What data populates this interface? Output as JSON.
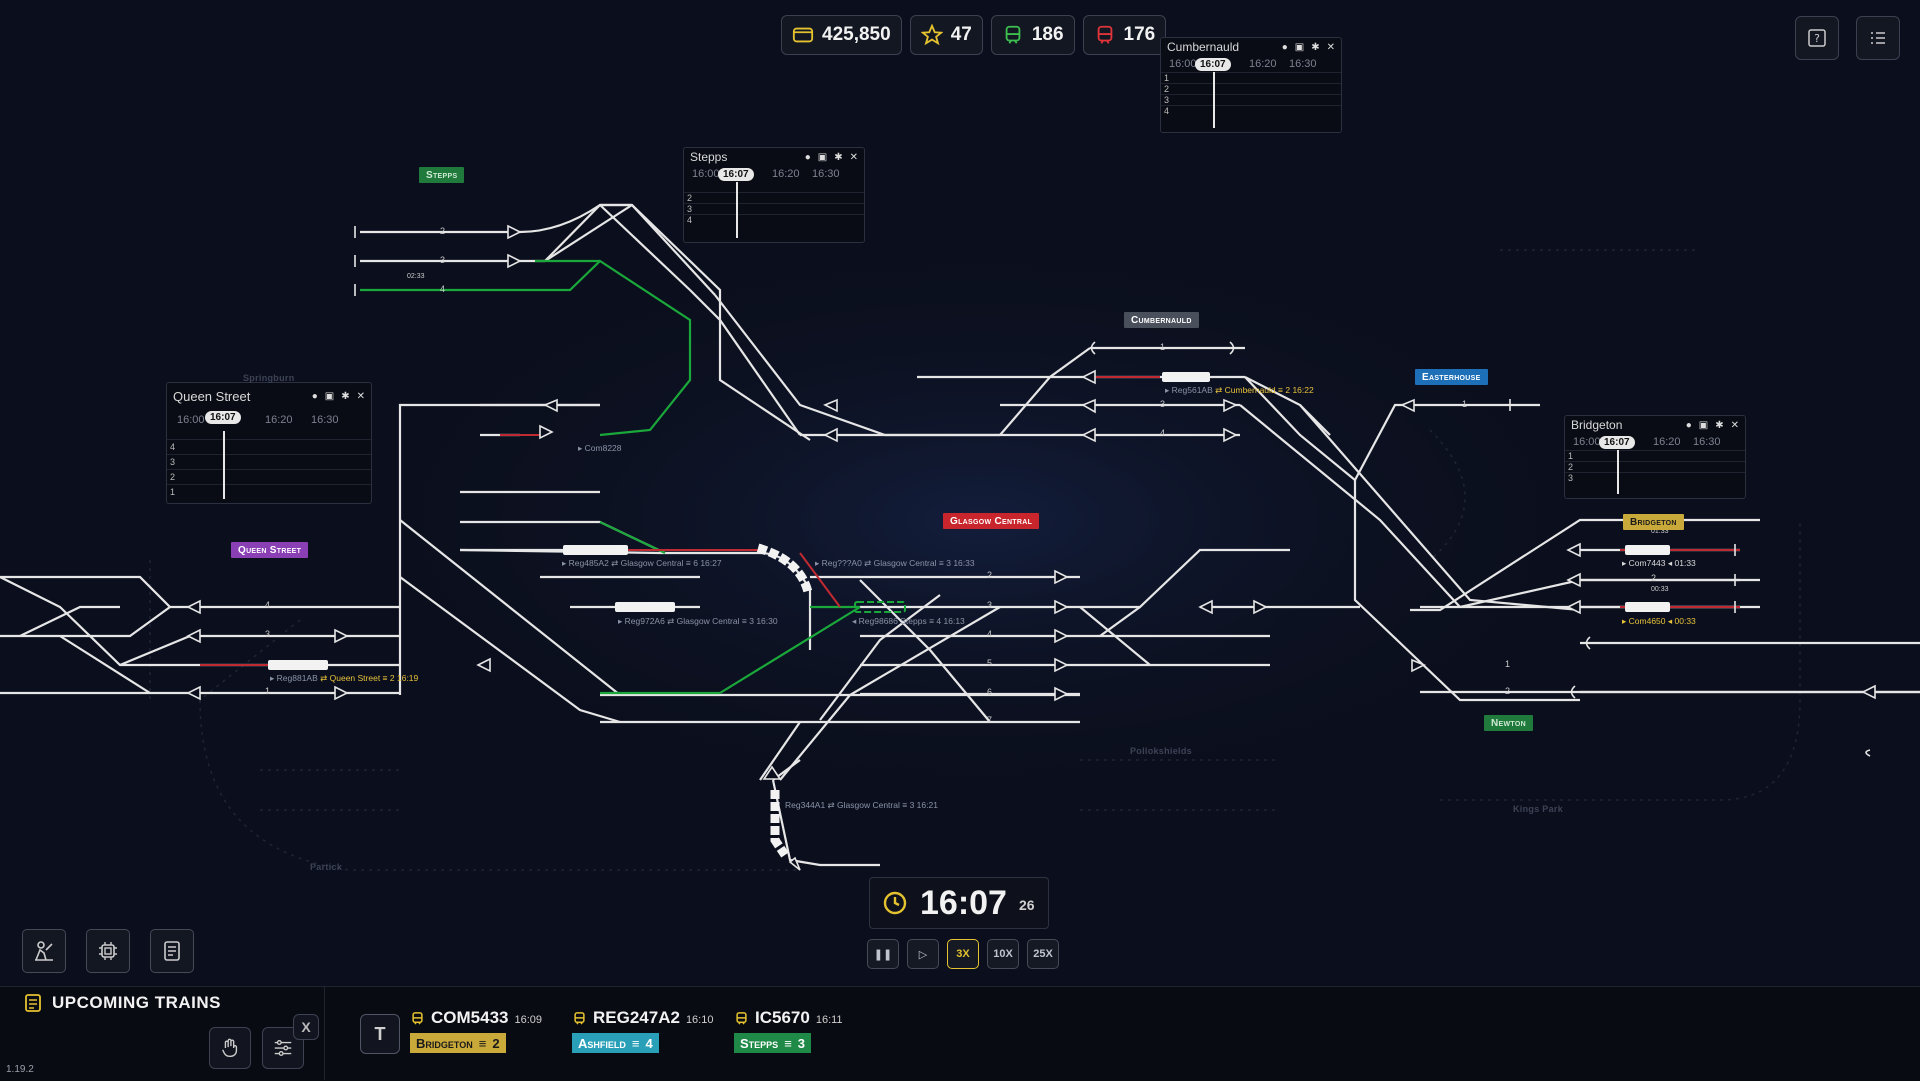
{
  "hud": {
    "money": "425,850",
    "stars": "47",
    "trains_ok": "186",
    "trains_late": "176",
    "colors": {
      "accent": "#e5c22f",
      "ok": "#3cbf4f",
      "late": "#e0343b"
    }
  },
  "icons": {
    "money": "wallet-icon",
    "stars": "star-icon",
    "trains_ok": "train-icon",
    "trains_late": "train-icon",
    "help": "help-icon",
    "menu": "list-icon"
  },
  "panels": {
    "cumbernauld": {
      "title": "Cumbernauld",
      "times": [
        "16:00",
        "16:07",
        "16:20",
        "16:30"
      ],
      "rows": [
        "1",
        "2",
        "3",
        "4"
      ]
    },
    "stepps": {
      "title": "Stepps",
      "times": [
        "16:00",
        "16:07",
        "16:20",
        "16:30"
      ],
      "rows": [
        "2",
        "3",
        "4"
      ]
    },
    "queen_street": {
      "title": "Queen Street",
      "times": [
        "16:00",
        "16:07",
        "16:20",
        "16:30"
      ],
      "rows": [
        "4",
        "3",
        "2",
        "1"
      ]
    },
    "bridgeton": {
      "title": "Bridgeton",
      "times": [
        "16:00",
        "16:07",
        "16:20",
        "16:30"
      ],
      "rows": [
        "1",
        "2",
        "3"
      ]
    }
  },
  "stations": {
    "stepps": {
      "label": "Stepps",
      "color": "#1f7a3c"
    },
    "cumbernauld": {
      "label": "Cumbernauld",
      "color": "#4a4f5c"
    },
    "easterhouse": {
      "label": "Easterhouse",
      "color": "#1d6fb8"
    },
    "queen_street": {
      "label": "Queen Street",
      "color": "#8a3fb5"
    },
    "glasgow_central": {
      "label": "Glasgow Central",
      "color": "#c8252d"
    },
    "bridgeton": {
      "label": "Bridgeton",
      "color": "#c9a93a"
    },
    "newton": {
      "label": "Newton",
      "color": "#1f7a3c"
    }
  },
  "ghost_stations": {
    "springburn": "Springburn",
    "pollokshields": "Pollokshields",
    "kings_park": "Kings Park",
    "partick": "Partick"
  },
  "track_labels": {
    "stepps_1": "2",
    "stepps_2": "3",
    "stepps_3": "4",
    "timer_0233": "02:33",
    "cumb_1": "1",
    "cumb_2": "3",
    "cumb_3": "4",
    "east_1": "1",
    "qs_4": "4",
    "qs_3": "3",
    "qs_1": "1",
    "gc_2": "2",
    "gc_3": "3",
    "gc_4": "4",
    "gc_5": "5",
    "gc_6": "6",
    "gc_7": "7",
    "br_1": "1",
    "br_2": "2",
    "br_t1": "01:33",
    "br_t2": "00:33",
    "nw_1": "1",
    "nw_2": "2",
    "loop_1": "1",
    "loop_2": "2",
    "loop_3": "3"
  },
  "trains": {
    "com8228": "Com8228",
    "reg561ab": {
      "id": "Reg561AB",
      "dest": "Cumbernauld",
      "pl": "2",
      "time": "16:22"
    },
    "reg485a2": {
      "id": "Reg485A2",
      "dest": "Glasgow Central",
      "pl": "6",
      "time": "16:27"
    },
    "reg972a6": {
      "id": "Reg972A6",
      "dest": "Glasgow Central",
      "pl": "3",
      "time": "16:30"
    },
    "reg881ab": {
      "id": "Reg881AB",
      "dest": "Queen Street",
      "pl": "2",
      "time": "16:19"
    },
    "reg98686": {
      "id": "Reg98686",
      "dest": "Stepps",
      "pl": "4",
      "time": "16:13"
    },
    "trainaa0": {
      "id": "Reg???A0",
      "dest": "Glasgow Central",
      "pl": "3",
      "time": "16:33"
    },
    "reg344a1": {
      "id": "Reg344A1",
      "dest": "Glasgow Central",
      "pl": "3",
      "time": "16:21"
    },
    "com7443": {
      "id": "Com7443",
      "time": "01:33"
    },
    "com4650": {
      "id": "Com4650",
      "time": "00:33"
    }
  },
  "clock": {
    "time": "16:07",
    "seconds": "26"
  },
  "speed": {
    "pause": "pause",
    "play": "play",
    "s3": "3X",
    "s10": "10X",
    "s25": "25X",
    "active": "3X"
  },
  "upcoming": {
    "title": "UPCOMING TRAINS",
    "close": "X",
    "key": "T",
    "trains": [
      {
        "id": "COM5433",
        "time": "16:09",
        "dest": "Bridgeton",
        "platform": "2",
        "color": "#c9a93a"
      },
      {
        "id": "REG247A2",
        "time": "16:10",
        "dest": "Ashfield",
        "platform": "4",
        "color": "#2aa0b8"
      },
      {
        "id": "IC5670",
        "time": "16:11",
        "dest": "Stepps",
        "platform": "3",
        "color": "#1f8a48"
      }
    ]
  },
  "version": "1.19.2"
}
